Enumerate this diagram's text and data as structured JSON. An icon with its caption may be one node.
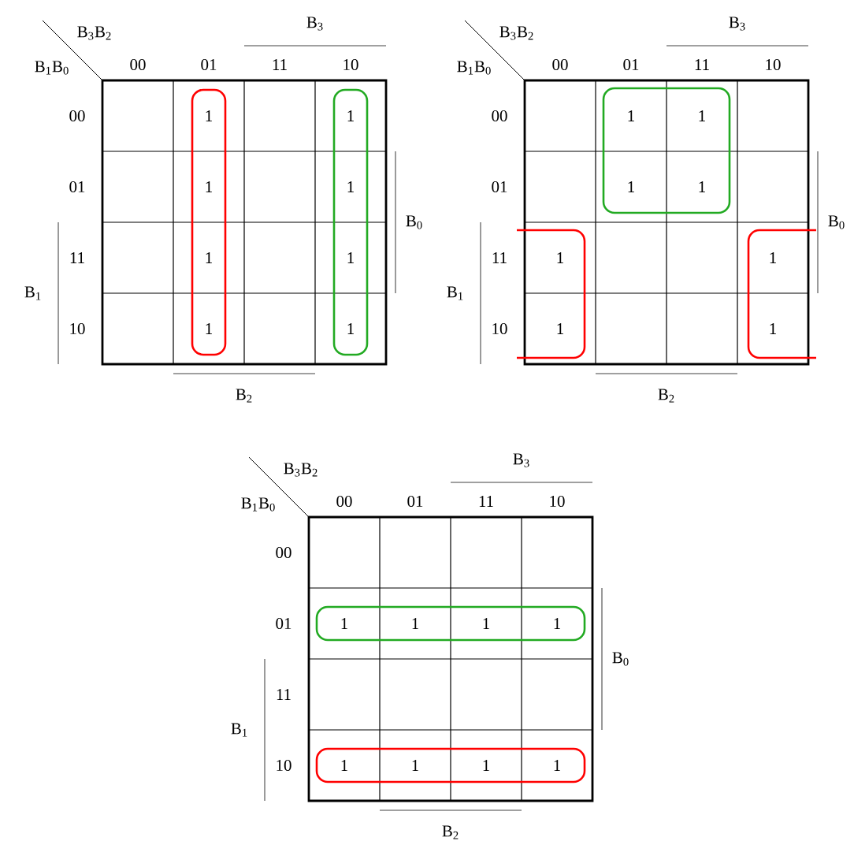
{
  "diagram": {
    "labels": [
      "B$_{3}$",
      "B$_{3}$B$_{2}$",
      "B$_{1}$B$_{0}$",
      "00",
      "01",
      "11",
      "10",
      "00",
      "1",
      "1",
      "01",
      "1",
      "1",
      "11",
      "1",
      "1",
      "10",
      "1",
      "1",
      "B$_{0}$",
      "B$_{1}$",
      "B$_{2}$",
      "B$_{3}$",
      "B$_{3}$B$_{2}$",
      "B$_{1}$B$_{0}$",
      "00",
      "01",
      "11",
      "10",
      "00",
      "1",
      "1",
      "01",
      "1",
      "1",
      "11",
      "1",
      "1",
      "10",
      "1",
      "1",
      "B$_{0}$",
      "B$_{1}$",
      "B$_{2}$",
      "B$_{3}$",
      "B$_{3}$B$_{2}$",
      "B$_{1}$B$_{0}$",
      "00",
      "01",
      "11",
      "10",
      "00",
      "01",
      "1",
      "1",
      "1",
      "1",
      "11",
      "10",
      "1",
      "1",
      "1",
      "1",
      "B$_{0}$",
      "B$_{1}$",
      "B$_{2}$"
    ]
  }
}
